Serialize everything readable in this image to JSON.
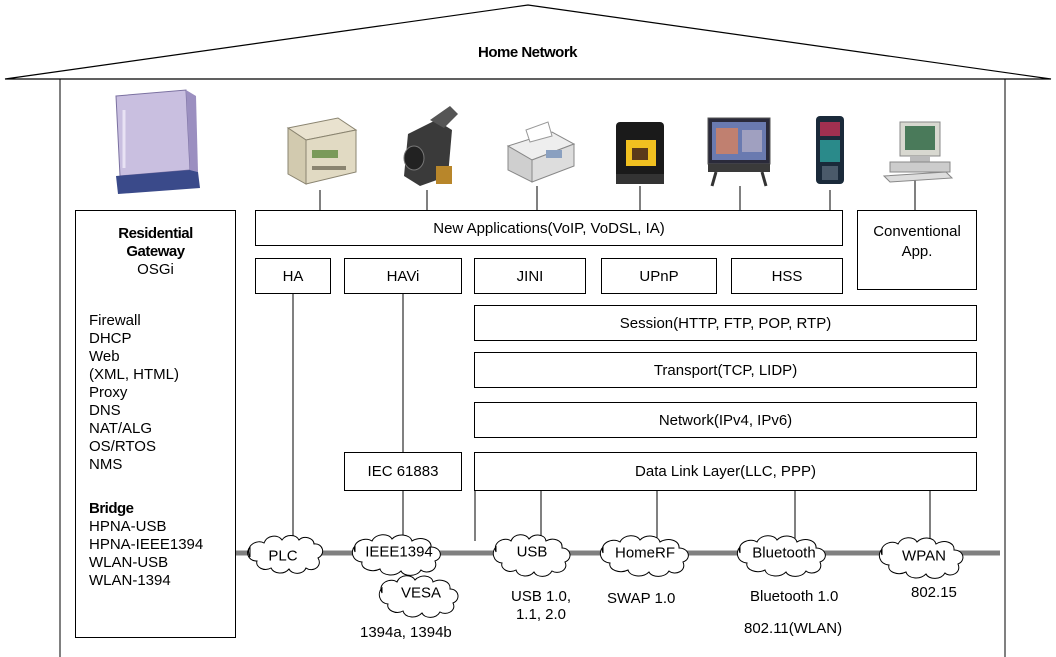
{
  "roof_title": "Home Network",
  "gateway": {
    "title_line1": "Residential",
    "title_line2": "Gateway",
    "subtitle": "OSGi",
    "services": [
      "Firewall",
      "DHCP",
      "Web",
      "(XML, HTML)",
      "Proxy",
      "DNS",
      "NAT/ALG",
      "OS/RTOS",
      "NMS"
    ],
    "bridge_title": "Bridge",
    "bridges": [
      "HPNA-USB",
      "HPNA-IEEE1394",
      "WLAN-USB",
      "WLAN-1394"
    ]
  },
  "apps_bar": "New Applications(VoIP, VoDSL, IA)",
  "conventional_app": "Conventional App.",
  "middleware": [
    "HA",
    "HAVi",
    "JINI",
    "UPnP",
    "HSS"
  ],
  "stack": {
    "session": "Session(HTTP, FTP, POP, RTP)",
    "transport": "Transport(TCP, LIDP)",
    "network": "Network(IPv4, IPv6)",
    "datalink": "Data Link Layer(LLC, PPP)",
    "iec": "IEC 61883"
  },
  "clouds": [
    "PLC",
    "IEEE1394",
    "VESA",
    "USB",
    "HomeRF",
    "Bluetooth",
    "WPAN"
  ],
  "captions": {
    "ieee1394": "1394a, 1394b",
    "usb_line1": "USB 1.0,",
    "usb_line2": "1.1, 2.0",
    "homerf": "SWAP 1.0",
    "bluetooth": "Bluetooth 1.0",
    "wlan": "802.11(WLAN)",
    "wpan": "802.15"
  },
  "devices": [
    "gateway-box",
    "printer",
    "camcorder",
    "fax",
    "set-top",
    "tv",
    "phone",
    "pc"
  ]
}
